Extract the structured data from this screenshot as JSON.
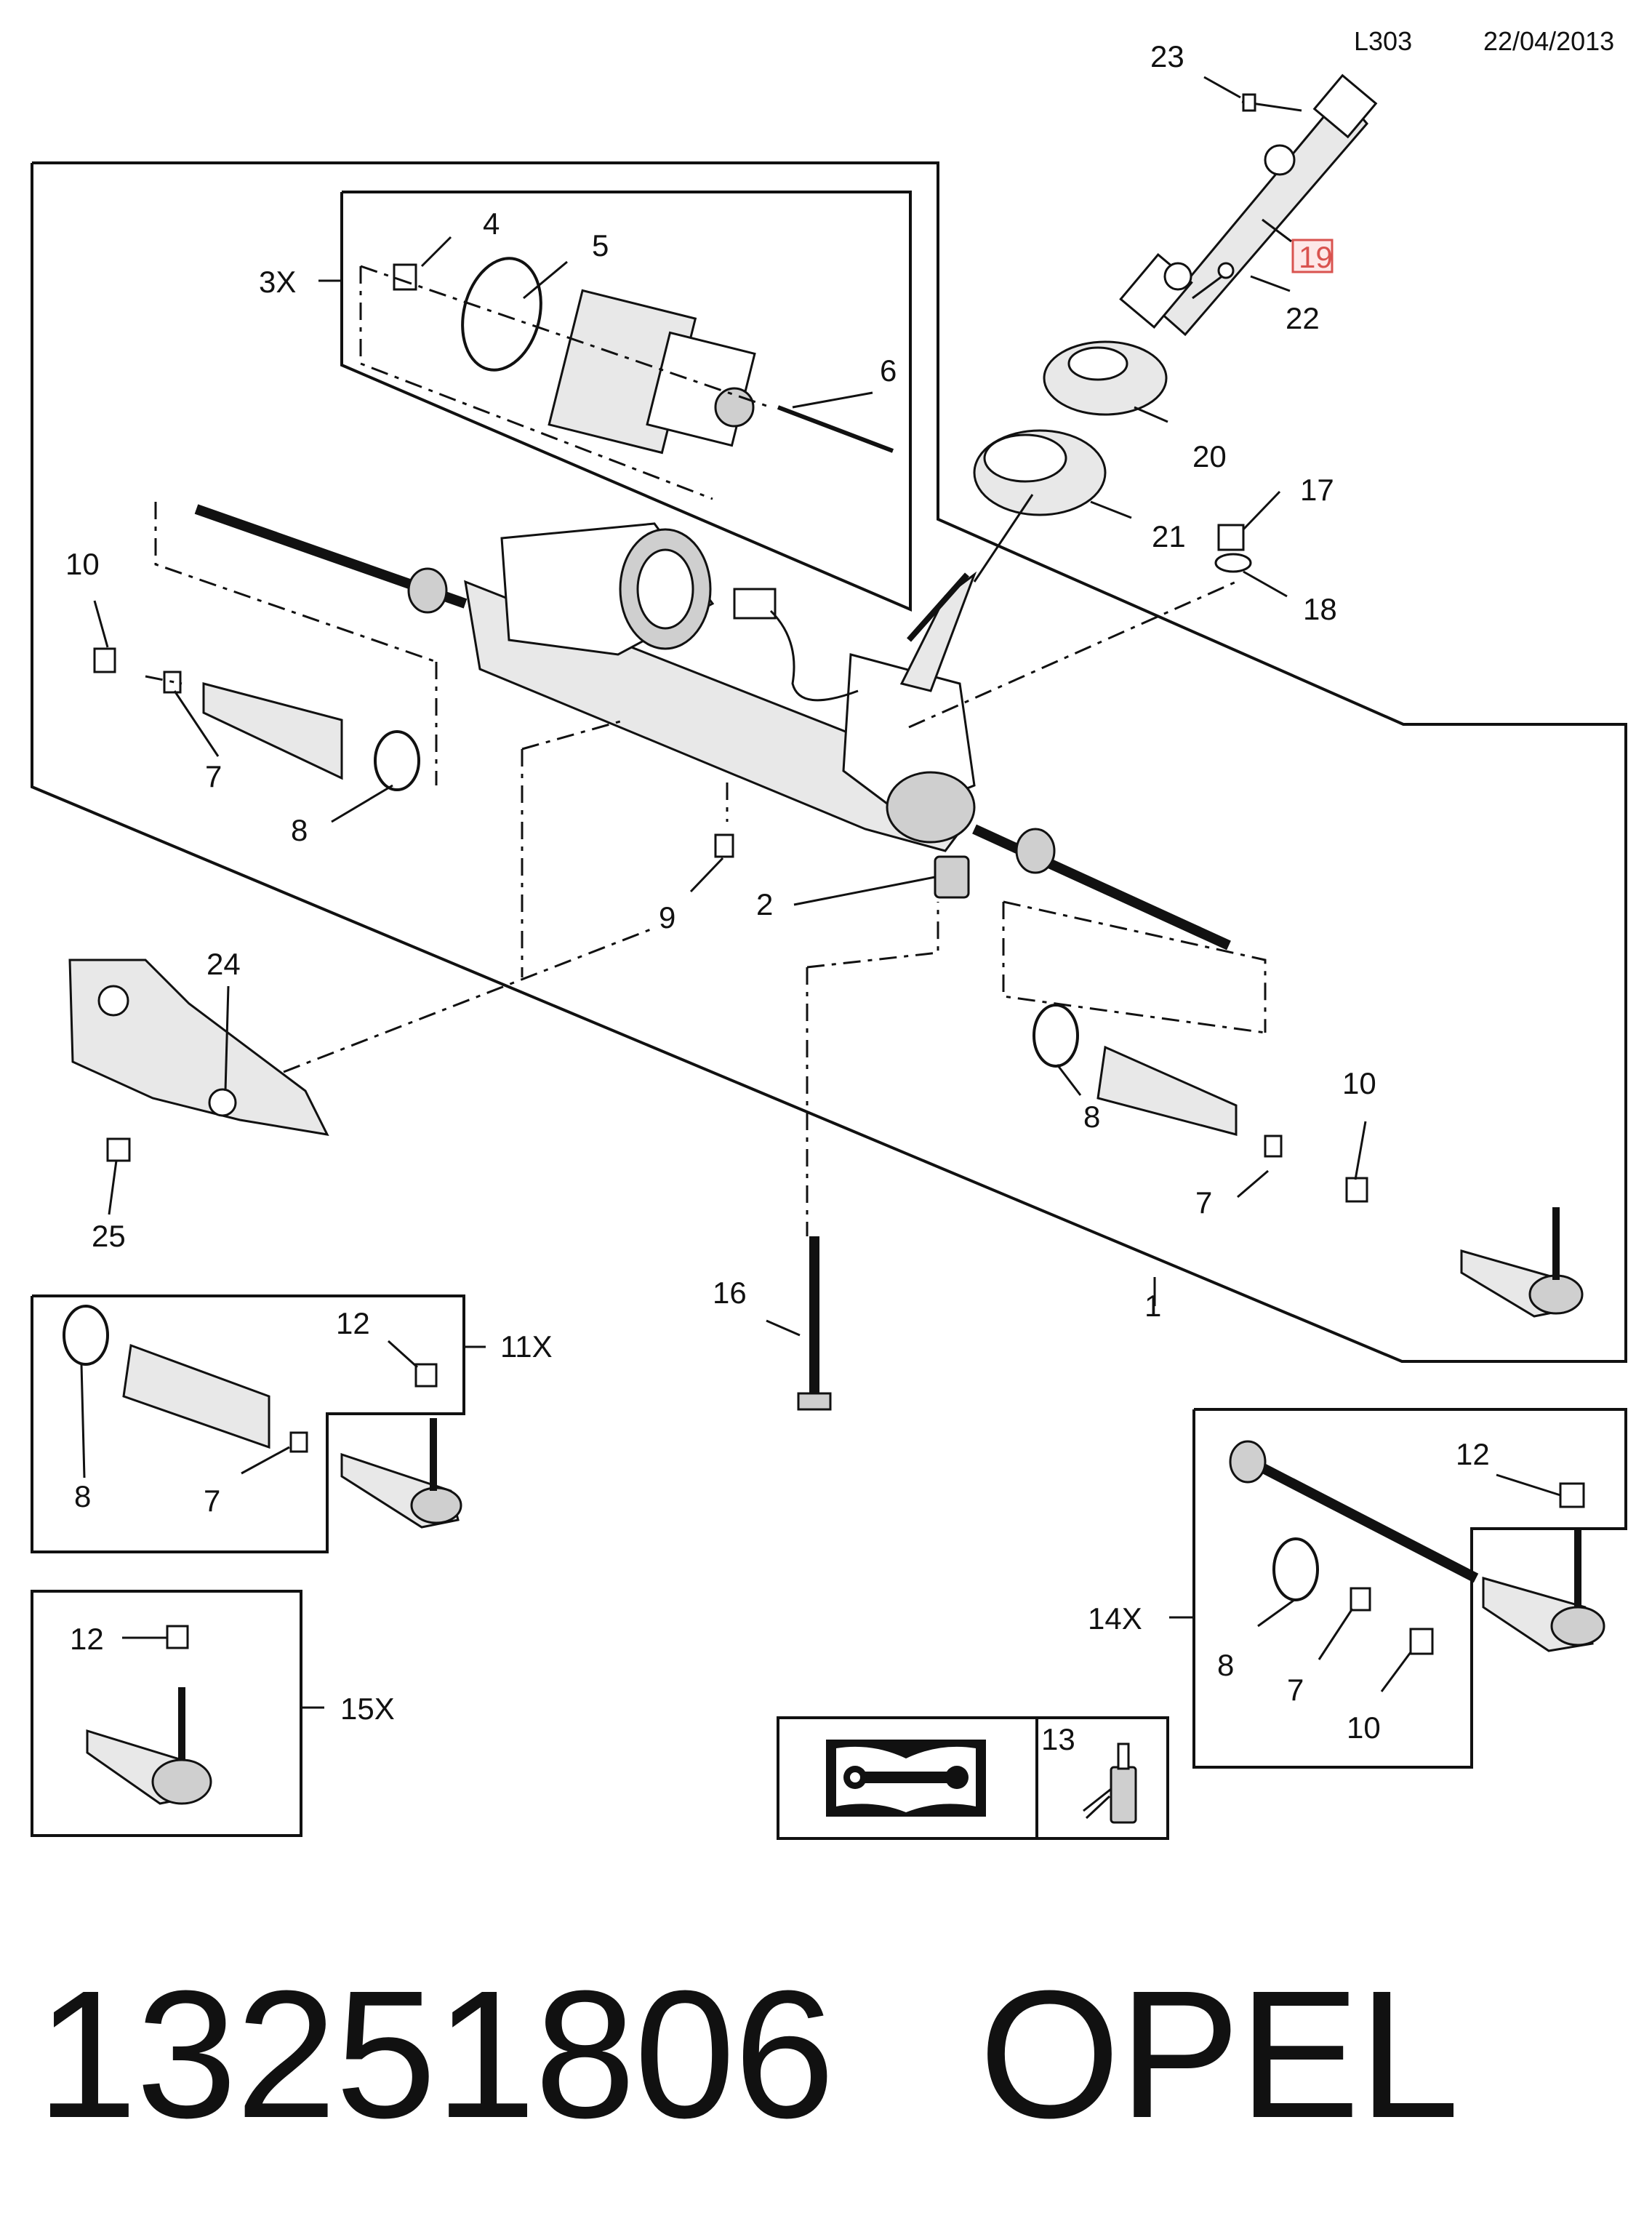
{
  "header": {
    "code": "L303",
    "date": "22/04/2013"
  },
  "footer": {
    "part_number": "13251806",
    "brand": "OPEL"
  },
  "callouts": {
    "c1": "1",
    "c2": "2",
    "c3x": "3X",
    "c4": "4",
    "c5": "5",
    "c6": "6",
    "c7a": "7",
    "c7b": "7",
    "c7c": "7",
    "c7d": "7",
    "c8a": "8",
    "c8b": "8",
    "c8c": "8",
    "c8d": "8",
    "c9": "9",
    "c10a": "10",
    "c10b": "10",
    "c10c": "10",
    "c11x": "11X",
    "c12a": "12",
    "c12b": "12",
    "c12c": "12",
    "c13": "13",
    "c14x": "14X",
    "c15x": "15X",
    "c16": "16",
    "c17": "17",
    "c18": "18",
    "c19": "19",
    "c20": "20",
    "c21": "21",
    "c22": "22",
    "c23": "23",
    "c24": "24",
    "c25": "25"
  },
  "highlight": {
    "callout": "19",
    "color": "#d9534f"
  }
}
